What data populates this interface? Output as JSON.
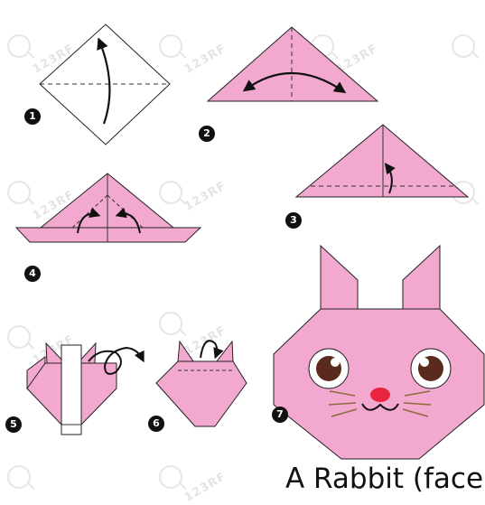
{
  "title": "A Rabbit (face)",
  "steps": [
    "1",
    "2",
    "3",
    "4",
    "5",
    "6",
    "7"
  ],
  "watermark": {
    "text": "123RF",
    "icon": "magnifier-icon"
  },
  "colors": {
    "paper_pink": "#f2a8cf",
    "paper_white": "#ffffff",
    "outline": "#222222",
    "eye_iris": "#5a2a1e",
    "nose": "#e8243f",
    "whisker": "#8b6a3b"
  }
}
